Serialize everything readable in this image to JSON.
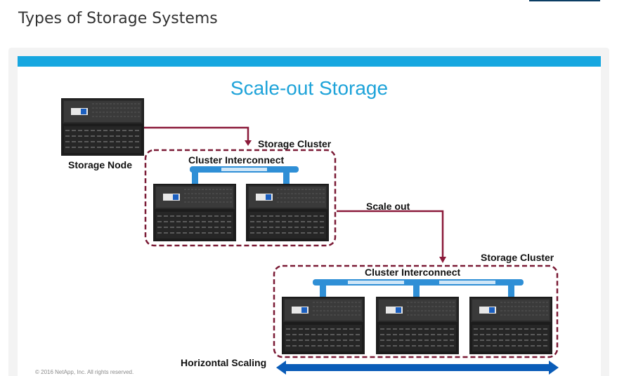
{
  "page": {
    "heading": "Types of Storage Systems"
  },
  "slide": {
    "title": "Scale-out Storage",
    "labels": {
      "storage_node": "Storage Node",
      "storage_cluster_1": "Storage Cluster",
      "cluster_interconnect_1": "Cluster Interconnect",
      "scale_out": "Scale out",
      "storage_cluster_2": "Storage Cluster",
      "cluster_interconnect_2": "Cluster Interconnect",
      "horizontal_scaling": "Horizontal Scaling"
    },
    "copyright": "© 2016 NetApp, Inc. All rights reserved.",
    "colors": {
      "title": "#1ea3d9",
      "top_bar": "#17a7e0",
      "arrow": "#8b1a3a",
      "cluster_border": "#7a1a35",
      "interconnect": "#2f8fd6",
      "horizontal_arrow": "#0a5cb8"
    }
  }
}
